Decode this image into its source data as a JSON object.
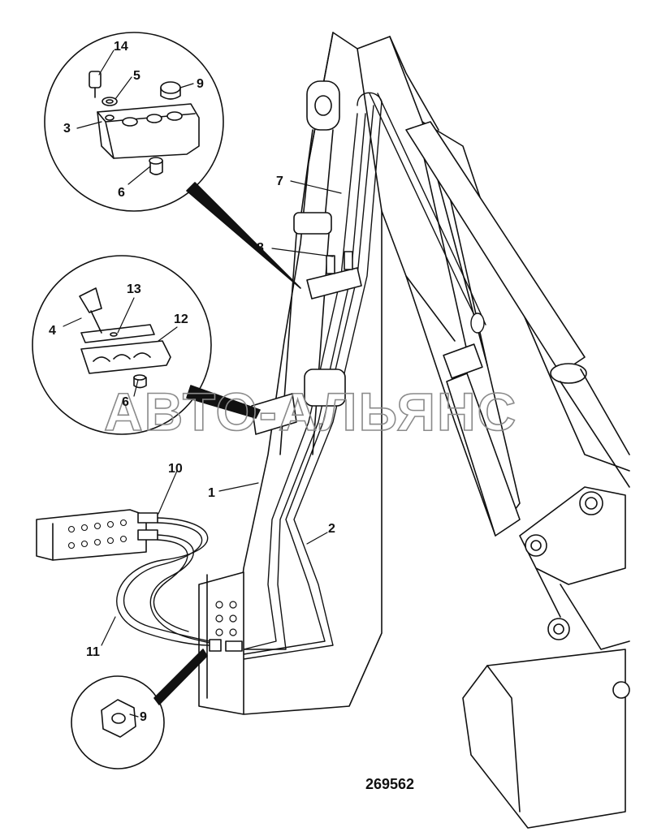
{
  "diagram": {
    "drawing_number": "269562",
    "watermark": "АВТО-АЛЬЯНС",
    "callouts": [
      {
        "id": "c14",
        "label": "14"
      },
      {
        "id": "c5",
        "label": "5"
      },
      {
        "id": "c9a",
        "label": "9"
      },
      {
        "id": "c3",
        "label": "3"
      },
      {
        "id": "c6a",
        "label": "6"
      },
      {
        "id": "c7",
        "label": "7"
      },
      {
        "id": "c8",
        "label": "8"
      },
      {
        "id": "c13",
        "label": "13"
      },
      {
        "id": "c4",
        "label": "4"
      },
      {
        "id": "c12",
        "label": "12"
      },
      {
        "id": "c6b",
        "label": "6"
      },
      {
        "id": "c10",
        "label": "10"
      },
      {
        "id": "c1",
        "label": "1"
      },
      {
        "id": "c2",
        "label": "2"
      },
      {
        "id": "c11",
        "label": "11"
      },
      {
        "id": "c9b",
        "label": "9"
      }
    ]
  }
}
